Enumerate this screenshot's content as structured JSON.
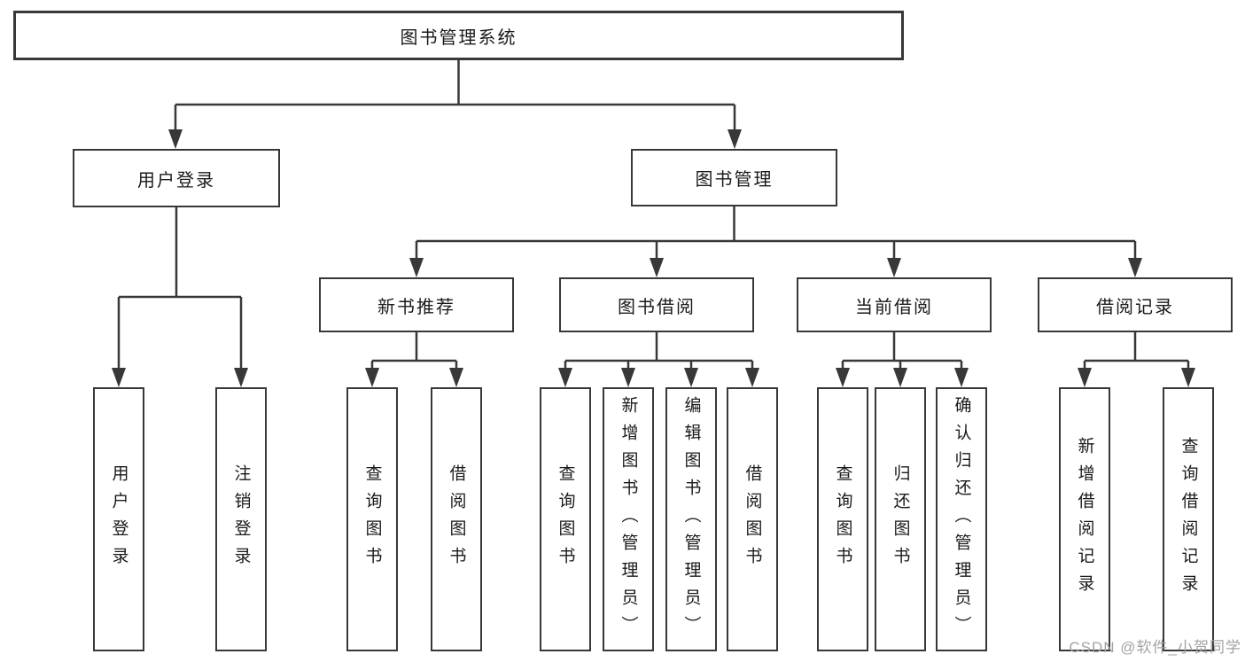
{
  "diagram": {
    "title": "图书管理系统",
    "type": "hierarchy-tree",
    "colors": {
      "line": "#383838",
      "text": "#1a1a1a",
      "box_background": "#ffffff",
      "watermark": "#a3a3a3"
    },
    "nodes": {
      "root": "图书管理系统",
      "user_login": "用户登录",
      "book_management": "图书管理",
      "new_book_recommend": "新书推荐",
      "book_borrow": "图书借阅",
      "current_borrow": "当前借阅",
      "borrow_record": "借阅记录",
      "leaf_user_login": "用户登录",
      "leaf_logout": "注销登录",
      "leaf_query_book_1": "查询图书",
      "leaf_borrow_book_1": "借阅图书",
      "leaf_query_book_2": "查询图书",
      "leaf_add_book": "新增图书（管理员）",
      "leaf_edit_book": "编辑图书（管理员）",
      "leaf_borrow_book_2": "借阅图书",
      "leaf_query_book_3": "查询图书",
      "leaf_return_book": "归还图书",
      "leaf_confirm_return": "确认归还（管理员）",
      "leaf_add_record": "新增借阅记录",
      "leaf_query_record": "查询借阅记录"
    },
    "edges": [
      "root>user_login",
      "root>book_management",
      "user_login>leaf_user_login",
      "user_login>leaf_logout",
      "book_management>new_book_recommend",
      "book_management>book_borrow",
      "book_management>current_borrow",
      "book_management>borrow_record",
      "new_book_recommend>leaf_query_book_1",
      "new_book_recommend>leaf_borrow_book_1",
      "book_borrow>leaf_query_book_2",
      "book_borrow>leaf_add_book",
      "book_borrow>leaf_edit_book",
      "book_borrow>leaf_borrow_book_2",
      "current_borrow>leaf_query_book_3",
      "current_borrow>leaf_return_book",
      "current_borrow>leaf_confirm_return",
      "borrow_record>leaf_add_record",
      "borrow_record>leaf_query_record"
    ],
    "watermark": "CSDN @软件_小贺同学"
  }
}
